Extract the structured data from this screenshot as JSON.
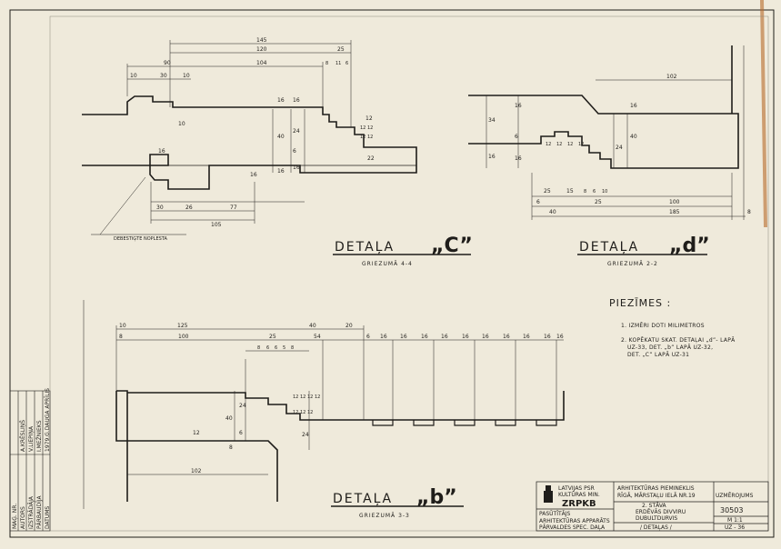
{
  "sheet": {
    "colors": {
      "paper": "#efeadb",
      "ink": "#1f1d1a",
      "faint": "#8b877c",
      "tape": "#b86a2a"
    }
  },
  "detail_c": {
    "title": "DETAĻA",
    "letter": "„C”",
    "section": "GRIEZUMĀ 4-4",
    "callout": "DEBESTIĢTE NOPLESTA",
    "dims": {
      "top": [
        "145",
        "120",
        "25",
        "90",
        "104",
        "8",
        "11",
        "6"
      ],
      "row3": [
        "10",
        "30",
        "10"
      ],
      "right": [
        "16",
        "16",
        "10",
        "12",
        "40",
        "24",
        "6",
        "16",
        "16",
        "22"
      ],
      "small": [
        "12",
        "12",
        "12",
        "12"
      ],
      "left": [
        "16",
        "16"
      ],
      "bottom": [
        "30",
        "26",
        "77",
        "105"
      ]
    }
  },
  "detail_d": {
    "title": "DETAĻA",
    "letter": "„d”",
    "section": "GRIEZUMĀ 2-2",
    "dims": {
      "top": [
        "102"
      ],
      "right": [
        "16",
        "40",
        "24"
      ],
      "left": [
        "16",
        "16",
        "34",
        "6",
        "16"
      ],
      "small": [
        "12",
        "12",
        "12",
        "12"
      ],
      "bottom1": [
        "25",
        "15",
        "8",
        "6",
        "10"
      ],
      "bottom2": [
        "100",
        "6",
        "40",
        "25"
      ],
      "bottom3": [
        "185",
        "8"
      ]
    }
  },
  "detail_b": {
    "title": "DETAĻA",
    "letter": "„b”",
    "section": "GRIEZUMĀ 3-3",
    "dims": {
      "top1": [
        "10",
        "125",
        "40",
        "20"
      ],
      "top2": [
        "8",
        "100",
        "25",
        "54",
        "6",
        "16",
        "16",
        "16",
        "16",
        "16",
        "16",
        "16",
        "16",
        "16",
        "16"
      ],
      "small": [
        "8",
        "6",
        "6",
        "5",
        "8"
      ],
      "left": [
        "40",
        "24",
        "6",
        "8",
        "12"
      ],
      "mid": [
        "12",
        "12",
        "12",
        "12",
        "12",
        "12",
        "12",
        "24"
      ],
      "bottom": [
        "102"
      ]
    }
  },
  "notes": {
    "heading": "PIEZĪMES :",
    "lines": [
      "1. IZMĒRI DOTI MILIMETROS",
      "2. KOPĒKATU SKAT. DETAĻAI „d”- LAPĀ",
      "UZ-33, DET. „b” LAPĀ UZ-32,",
      "DET. „C” LAPĀ UZ-31"
    ]
  },
  "stamp": {
    "ministry": [
      "LATVIJAS PSR",
      "KULTŪRAS MIN."
    ],
    "org": "ZRPKB",
    "workshop": [
      "ARHITEKTŪRAS PIEMINEKLIS",
      "RĪGĀ, MĀRSTAĻU IELĀ NR.19"
    ],
    "object": [
      "2. STĀVA",
      "ERDĒVĀS DIVVIRU",
      "DUBULTDURVIS"
    ],
    "sheet_name": "/ DETAĻAS /",
    "stage": "UZMĒROJUMS",
    "number": "30503",
    "scale": "M 1:1",
    "sheet_no": "UZ - 36",
    "approved_label": "PASŪTĪTĀJS",
    "approved_by": [
      "ARHITEKTŪRAS APPARĀTS",
      "PĀRVALDES SPEC. DAĻA"
    ]
  },
  "side_stamp": {
    "cols": [
      "MAĢ. NR.",
      "AUTORS",
      "IZSTRĀDĀJA",
      "PĀRBAUDĪJA",
      "DATUMS"
    ],
    "values": [
      "A.KRĒSLIŅŠ",
      "V.LIEPIŅA",
      "I.MEŽNIEKS",
      "1979.G.DAUGA APRĪLIS"
    ]
  }
}
